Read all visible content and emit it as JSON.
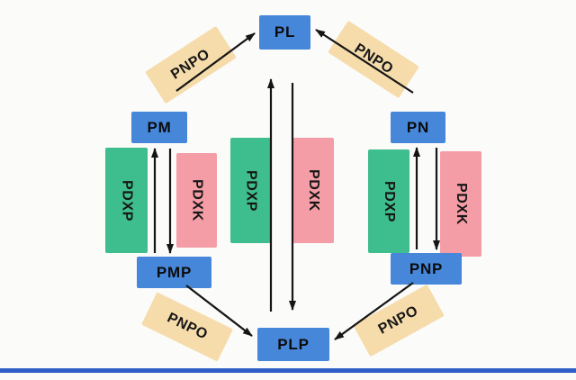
{
  "nodes": {
    "pl": "PL",
    "pm": "PM",
    "pn": "PN",
    "pmp": "PMP",
    "pnp": "PNP",
    "plp": "PLP"
  },
  "enzymes": {
    "pnpo": "PNPO",
    "pdxp": "PDXP",
    "pdxk": "PDXK"
  },
  "colors": {
    "node_blue": "#4687da",
    "enzyme_tan": "#f6dcab",
    "enzyme_green": "#3ebd8e",
    "enzyme_pink": "#f59da6",
    "arrow_black": "#151515",
    "bottom_bar_blue": "#2f5ec9",
    "background": "#fbfbfa"
  }
}
